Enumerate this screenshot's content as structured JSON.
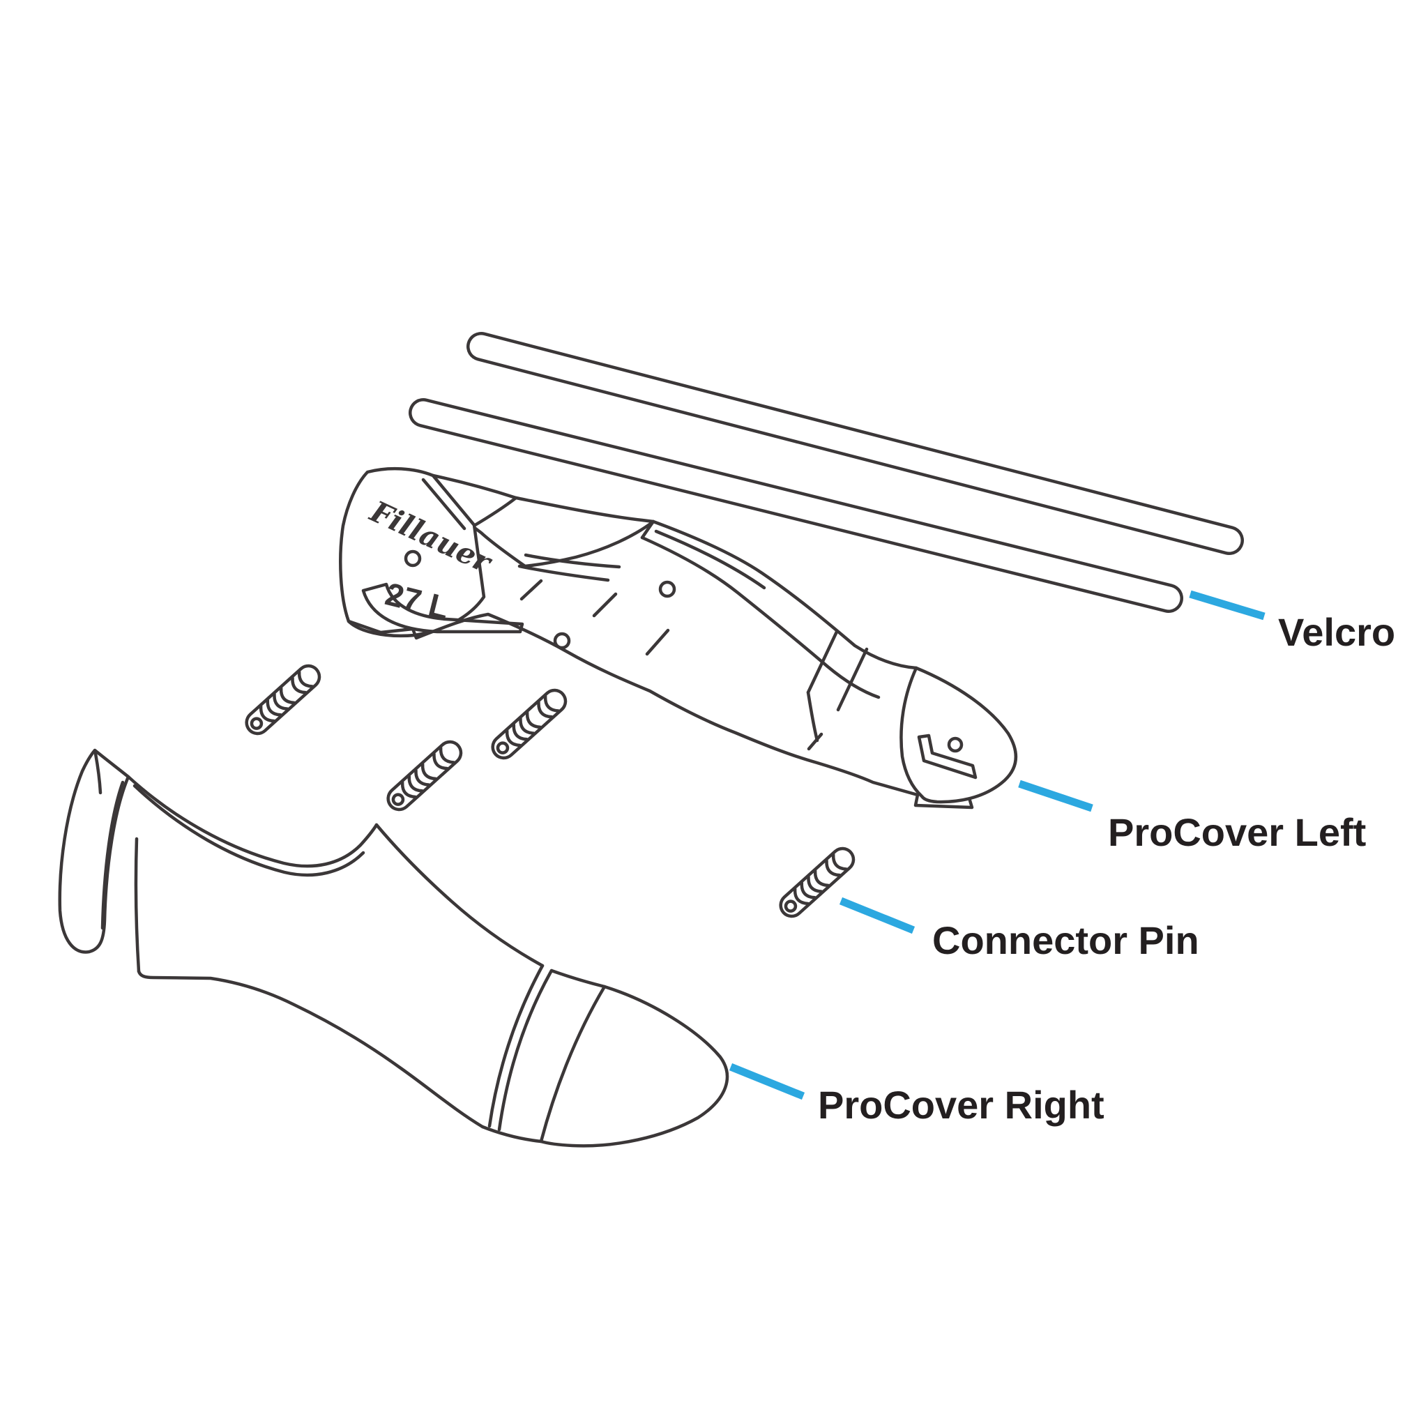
{
  "diagram": {
    "type": "exploded-parts-diagram",
    "product": {
      "brand_marking": "Fillauer",
      "size_marking": "27 L"
    },
    "labels": {
      "velcro": "Velcro",
      "procover_left": "ProCover Left",
      "connector_pin": "Connector Pin",
      "procover_right": "ProCover Right"
    },
    "parts": [
      {
        "name": "velcro-straps",
        "label": "Velcro",
        "count": 2
      },
      {
        "name": "procover-left",
        "label": "ProCover Left",
        "count": 1
      },
      {
        "name": "connector-pins",
        "label": "Connector Pin",
        "count": 4
      },
      {
        "name": "procover-right",
        "label": "ProCover Right",
        "count": 1
      }
    ],
    "colors": {
      "line_art": "#3b3738",
      "leader_line": "#2ca8e0",
      "label_text": "#231f20",
      "background": "#ffffff"
    }
  }
}
